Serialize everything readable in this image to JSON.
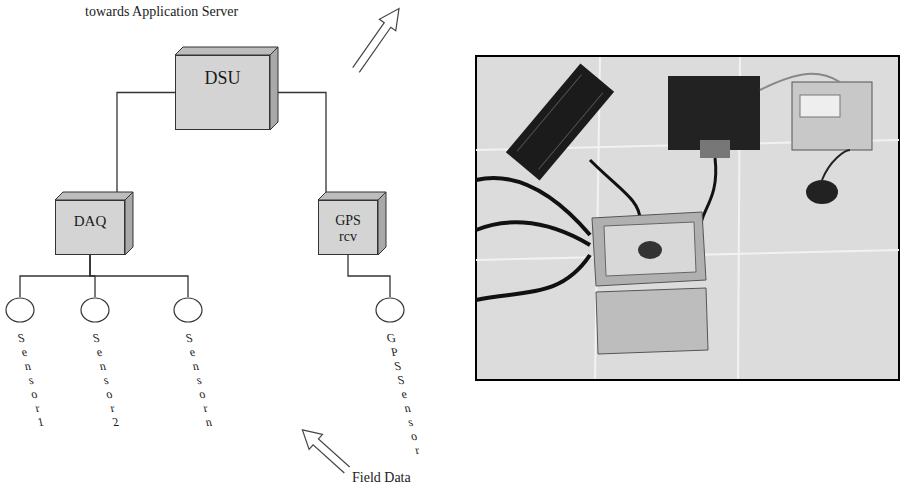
{
  "diagram": {
    "nodes": [
      {
        "text": [
          "DSU"
        ]
      },
      {
        "text": [
          "DAQ"
        ]
      },
      {
        "text": [
          "GPS rcv"
        ]
      },
      {
        "text": [
          "Sensor 1"
        ]
      },
      {
        "text": [
          "Sensor 2"
        ]
      },
      {
        "text": [
          "Sensor n"
        ]
      },
      {
        "text": [
          "GPS Sensor"
        ]
      }
    ],
    "edges": [
      {
        "from": 0,
        "to": 1,
        "arrow": "none"
      },
      {
        "from": 0,
        "to": 2,
        "arrow": "none"
      },
      {
        "from": 1,
        "to": 3,
        "arrow": "none"
      },
      {
        "from": 1,
        "to": 4,
        "arrow": "none"
      },
      {
        "from": 1,
        "to": 5,
        "arrow": "none"
      },
      {
        "from": 2,
        "to": 6,
        "arrow": "none"
      }
    ],
    "labels": [
      "towards Application Server",
      "Field Data"
    ]
  }
}
